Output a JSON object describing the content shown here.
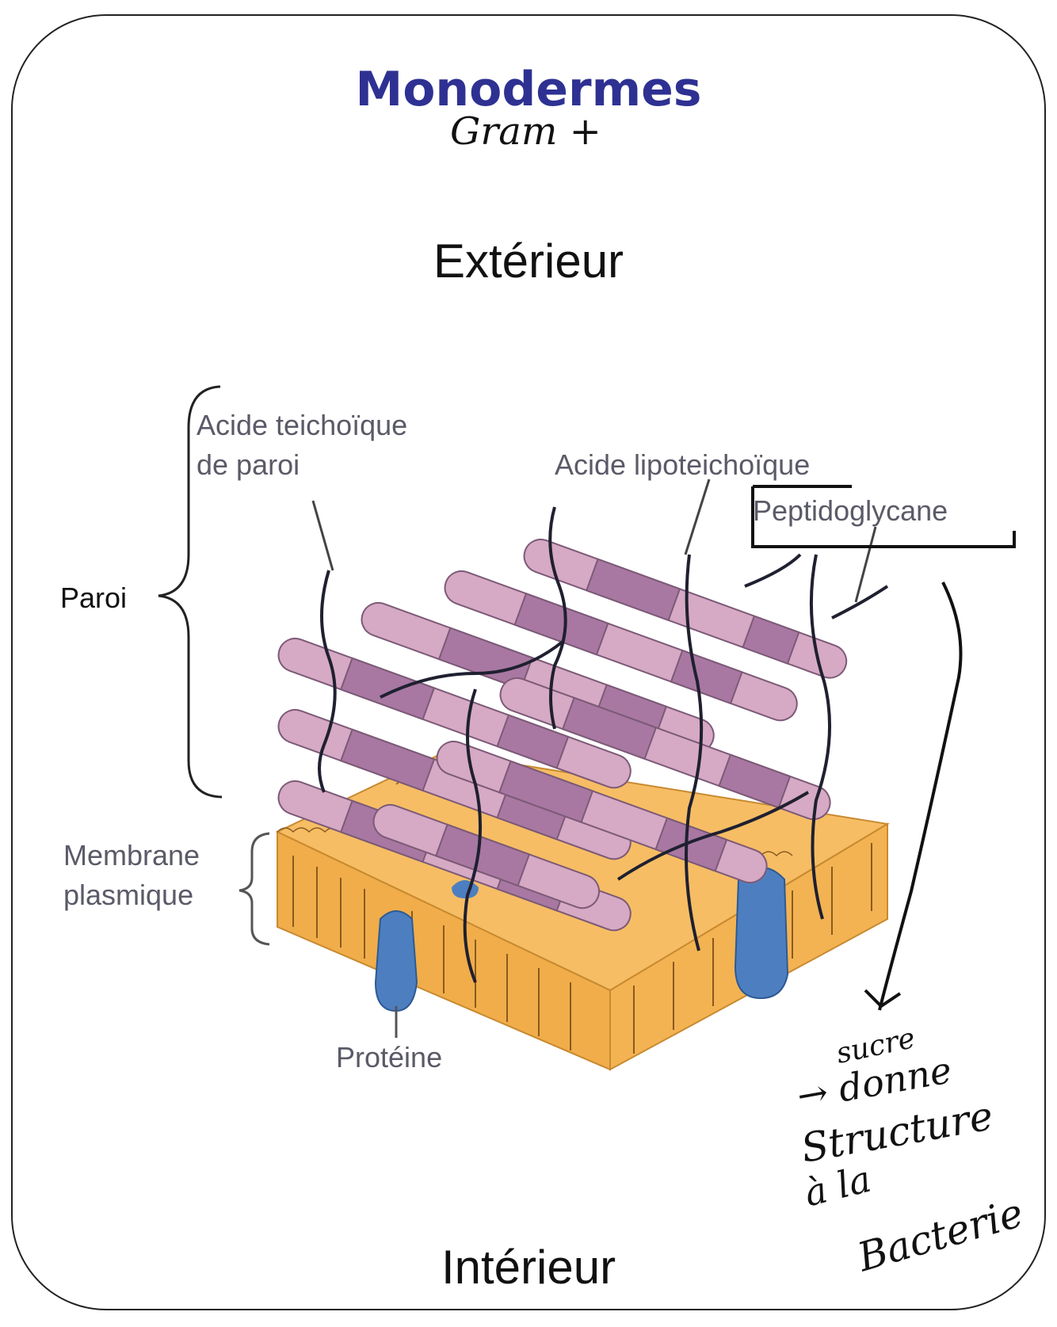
{
  "title": "Monodermes",
  "handwritten": {
    "gram": "Gram +",
    "note_line1": "sucre",
    "note_line2": "→ donne",
    "note_line3": "Structure",
    "note_line4": "à  la",
    "note_line5": "Bacterie"
  },
  "regions": {
    "exterior": "Extérieur",
    "interior": "Intérieur"
  },
  "labels": {
    "paroi": "Paroi",
    "acide_teichoique_1": "Acide teichoïque",
    "acide_teichoique_2": "de paroi",
    "acide_lipoteichoique": "Acide lipoteichoïque",
    "peptidoglycane": "Peptidoglycane",
    "membrane_1": "Membrane",
    "membrane_2": "plasmique",
    "proteine": "Protéine"
  },
  "colors": {
    "title": "#2e3192",
    "rod": "#c79ab4",
    "rod_dark": "#9c6d93",
    "membrane": "#f5b557",
    "membrane_line": "#8a5a1e",
    "protein": "#4d7fc0",
    "label": "#5a5a68"
  }
}
